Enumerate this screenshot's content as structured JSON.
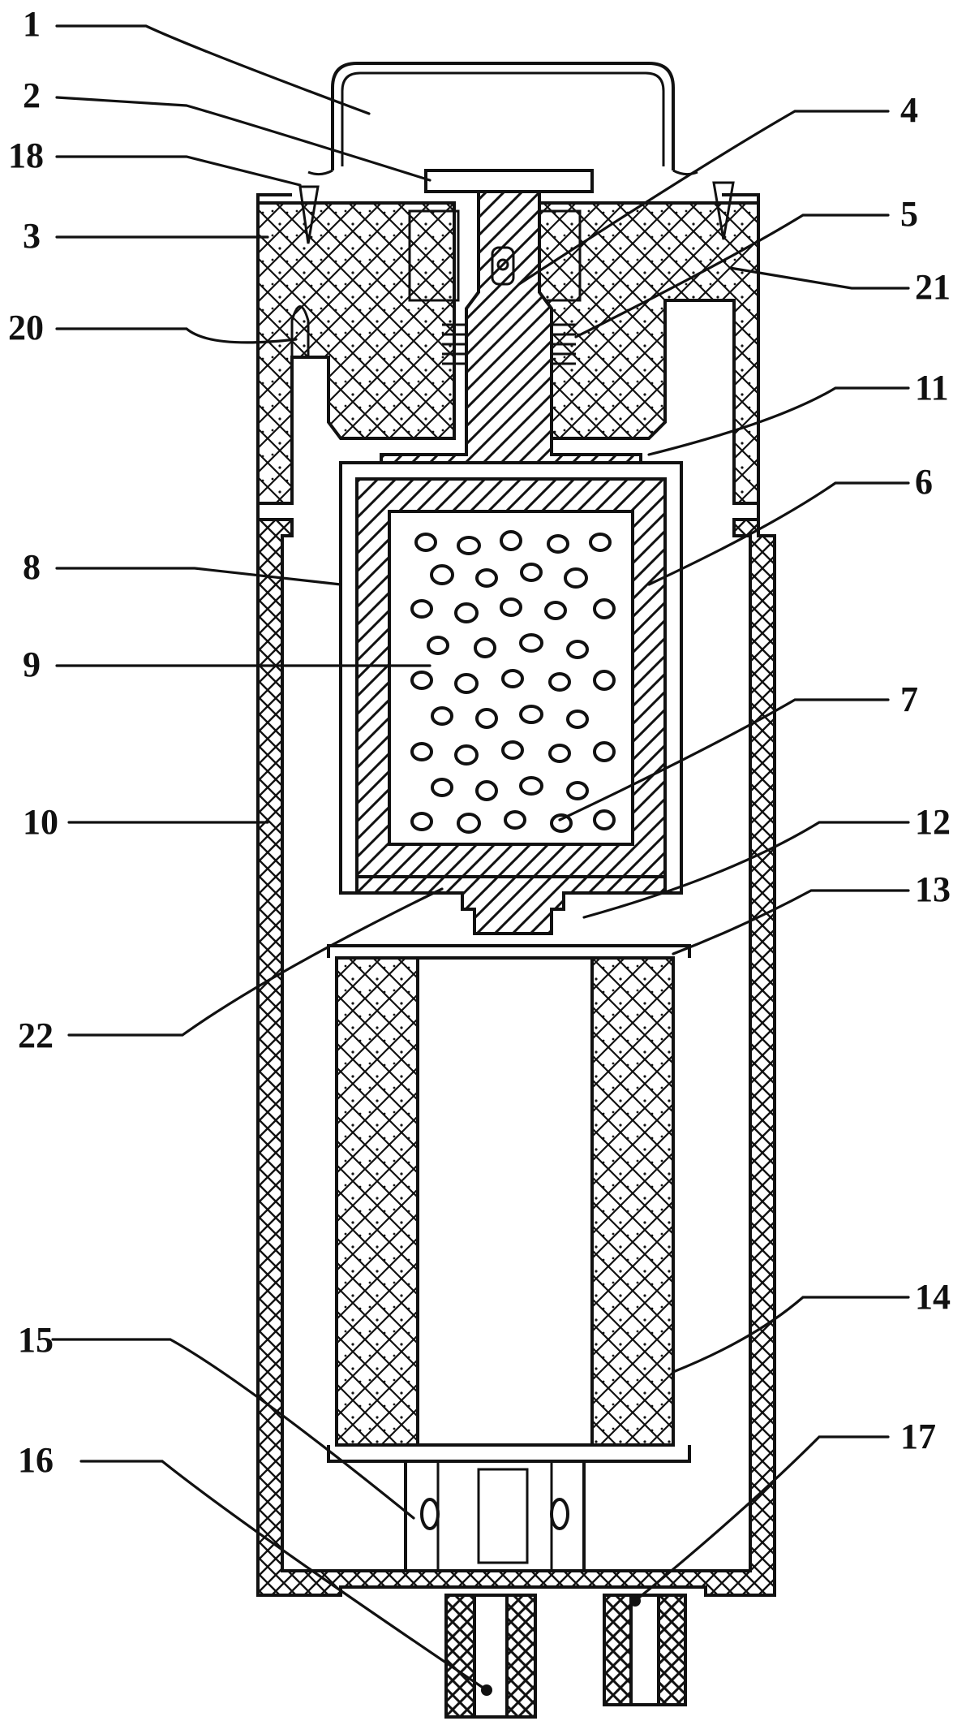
{
  "diagram": {
    "labels": [
      {
        "id": "1",
        "text": "1"
      },
      {
        "id": "2",
        "text": "2"
      },
      {
        "id": "18",
        "text": "18"
      },
      {
        "id": "3",
        "text": "3"
      },
      {
        "id": "20",
        "text": "20"
      },
      {
        "id": "8",
        "text": "8"
      },
      {
        "id": "9",
        "text": "9"
      },
      {
        "id": "10",
        "text": "10"
      },
      {
        "id": "22",
        "text": "22"
      },
      {
        "id": "15",
        "text": "15"
      },
      {
        "id": "16",
        "text": "16"
      },
      {
        "id": "4",
        "text": "4"
      },
      {
        "id": "5",
        "text": "5"
      },
      {
        "id": "21",
        "text": "21"
      },
      {
        "id": "11",
        "text": "11"
      },
      {
        "id": "6",
        "text": "6"
      },
      {
        "id": "7",
        "text": "7"
      },
      {
        "id": "12",
        "text": "12"
      },
      {
        "id": "13",
        "text": "13"
      },
      {
        "id": "14",
        "text": "14"
      },
      {
        "id": "17",
        "text": "17"
      }
    ]
  }
}
